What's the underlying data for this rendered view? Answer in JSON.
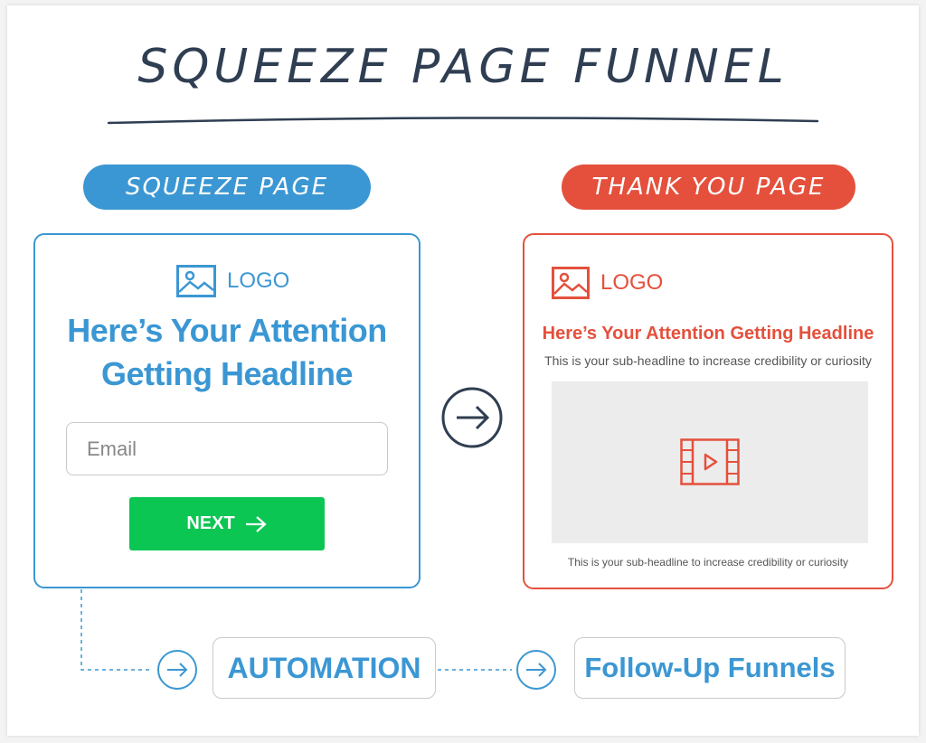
{
  "title": "SQUEEZE PAGE FUNNEL",
  "squeeze_page": {
    "pill_label": "SQUEEZE PAGE",
    "logo_text": "LOGO",
    "headline_line1": "Here’s Your Attention",
    "headline_line2": "Getting Headline",
    "email_placeholder": "Email",
    "next_label": "NEXT"
  },
  "thank_you_page": {
    "pill_label": "THANK YOU PAGE",
    "logo_text": "LOGO",
    "headline": "Here’s Your Attention Getting Headline",
    "subheadline_top": "This is your sub-headline to increase credibility or curiosity",
    "subheadline_bottom": "This is your sub-headline to increase credibility or curiosity"
  },
  "flow": {
    "automation_label": "AUTOMATION",
    "followup_label": "Follow-Up Funnels"
  },
  "colors": {
    "blue": "#3b97d3",
    "red": "#e4503c",
    "green": "#0cc653",
    "navy": "#2f3e52"
  },
  "icons": [
    "image-icon",
    "arrow-right-icon",
    "circle-arrow-icon",
    "video-icon"
  ]
}
